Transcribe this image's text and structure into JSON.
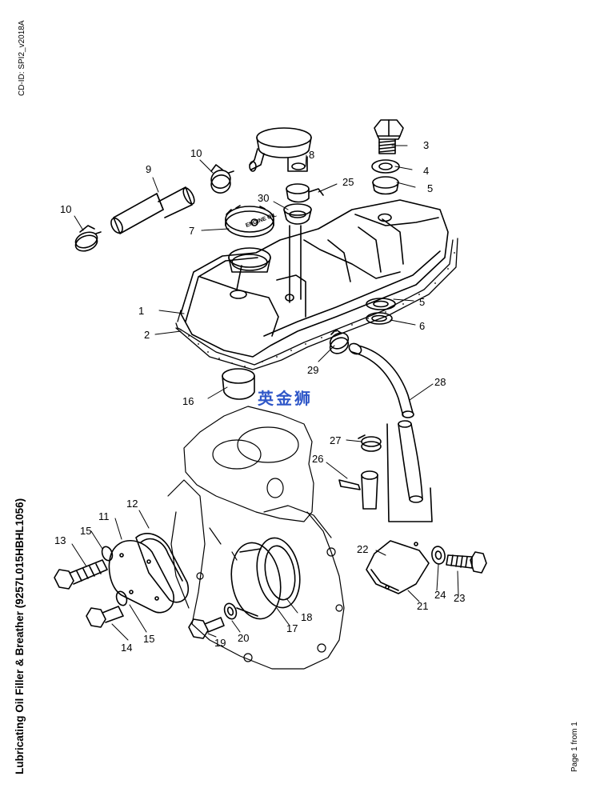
{
  "header": {
    "cd_id": "CD-ID: SPI2_v2018A"
  },
  "title": "Lubricating Oil Filler & Breather (9257L015HBHL1056)",
  "page": "Page 1 from 1",
  "watermark": "英金狮",
  "cap_text": "ENGINE OIL",
  "callouts": [
    "1",
    "2",
    "3",
    "4",
    "5",
    "5",
    "6",
    "7",
    "8",
    "9",
    "10",
    "10",
    "11",
    "12",
    "13",
    "14",
    "15",
    "15",
    "16",
    "17",
    "18",
    "19",
    "20",
    "21",
    "22",
    "23",
    "24",
    "25",
    "26",
    "27",
    "28",
    "29",
    "30"
  ]
}
